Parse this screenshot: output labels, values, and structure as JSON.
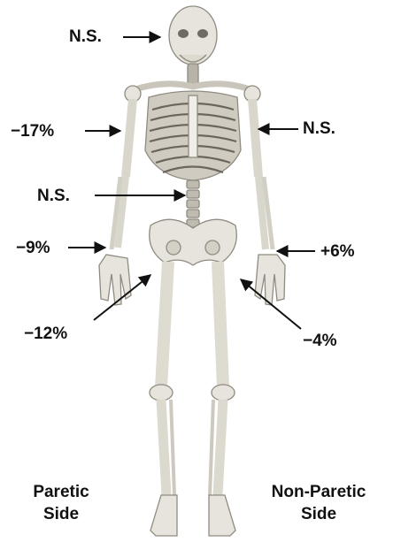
{
  "labels": {
    "skull": "N.S.",
    "paretic_arm": "−17%",
    "nonparetic_arm": "N.S.",
    "spine": "N.S.",
    "paretic_wrist": "−9%",
    "nonparetic_wrist": "+6%",
    "paretic_hip": "−12%",
    "nonparetic_hip": "−4%"
  },
  "sides": {
    "paretic": [
      "Paretic",
      "Side"
    ],
    "nonparetic": [
      "Non-Paretic",
      "Side"
    ]
  },
  "colors": {
    "bone": "#e6e4dc",
    "bone_outline": "#8f8b80",
    "arrow": "#111111",
    "text": "#111111"
  }
}
